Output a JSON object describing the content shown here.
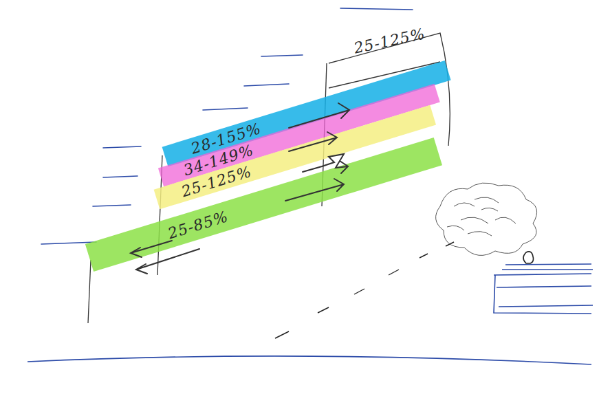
{
  "diagram": {
    "nodes": [
      {
        "text": [
          "25-125%"
        ]
      },
      {
        "text": [
          "28-155%"
        ]
      },
      {
        "text": [
          "34-149%"
        ]
      },
      {
        "text": [
          "25-125%"
        ]
      },
      {
        "text": [
          "25-85%"
        ]
      }
    ]
  }
}
